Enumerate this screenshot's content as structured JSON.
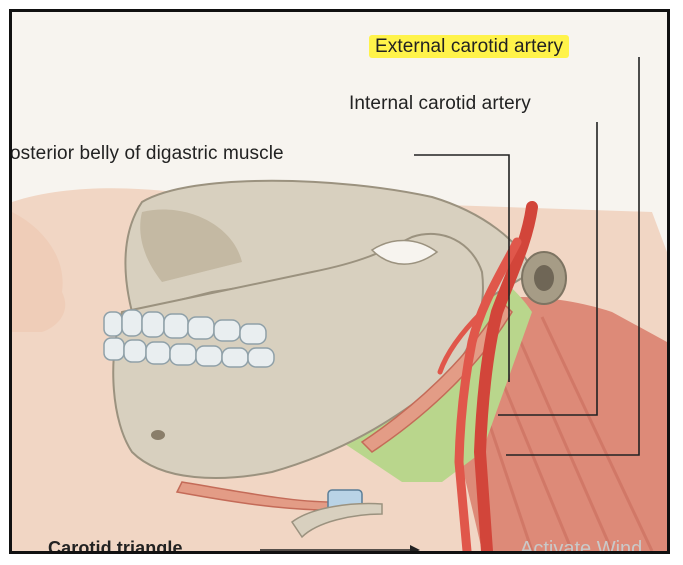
{
  "labels": {
    "external_carotid": "External carotid artery",
    "internal_carotid": "Internal carotid artery",
    "posterior_digastric": "osterior belly of digastric muscle",
    "carotid_triangle": "Carotid triangle"
  },
  "watermark": "Activate Wind",
  "colors": {
    "highlight": "#fff34a",
    "artery": "#d2453a",
    "bone": "#d8d0bf",
    "muscle": "#dd8a78",
    "triangle_green": "#b9d68c"
  }
}
